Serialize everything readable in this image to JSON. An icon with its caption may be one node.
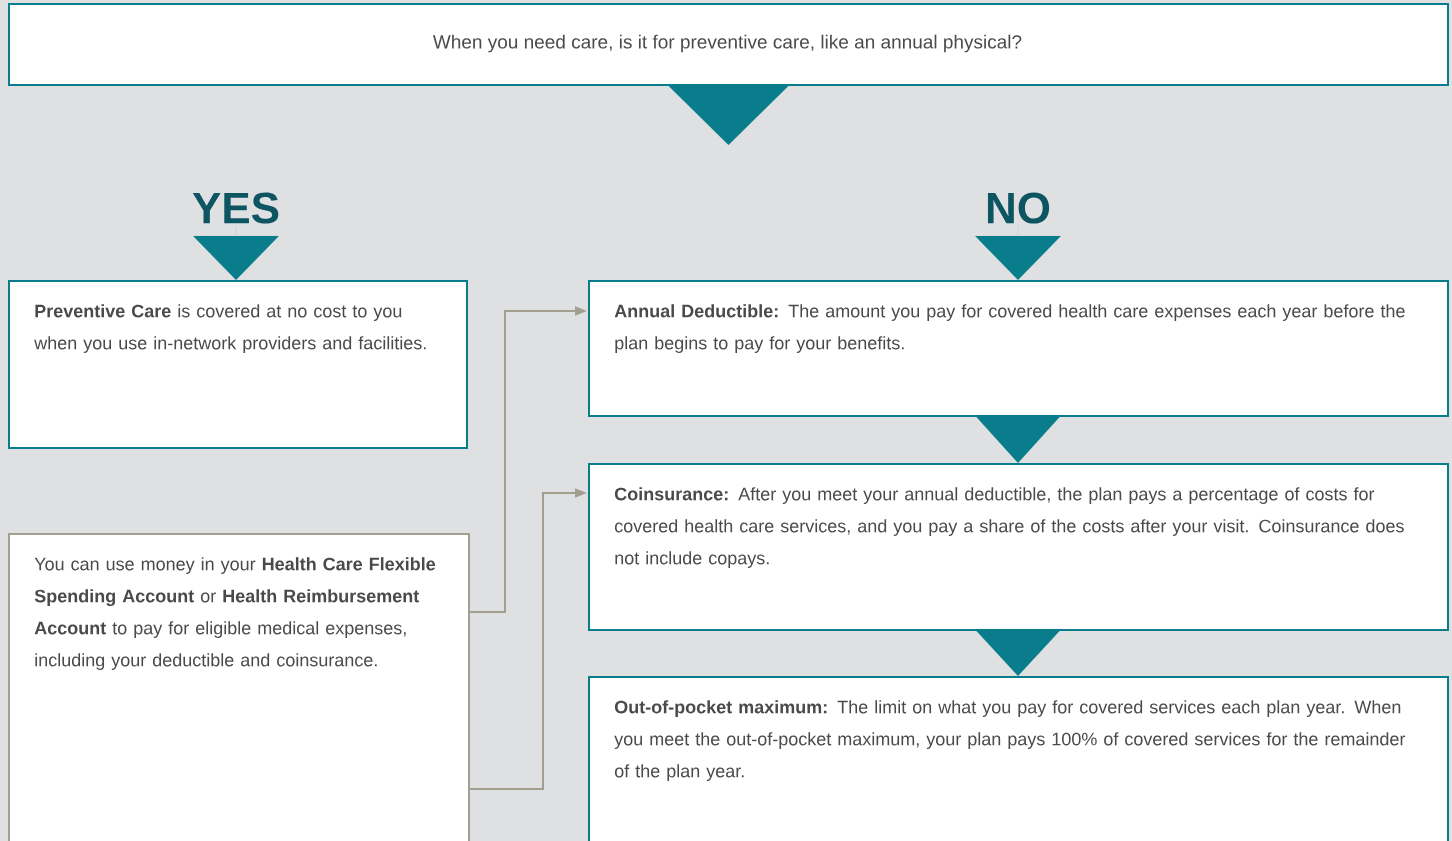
{
  "diagram": {
    "nodes": [
      {
        "text": [
          "When you need care, is it for preventive care, like an annual physical?"
        ]
      },
      {
        "text": [
          "YES"
        ]
      },
      {
        "text": [
          "NO"
        ]
      },
      {
        "text": [
          "**Preventive Care** is covered at no cost to you when you use in-network providers and facilities."
        ]
      },
      {
        "text": [
          "**Annual Deductible:** The amount you pay for covered health care expenses each year before the plan begins to pay for your benefits."
        ]
      },
      {
        "text": [
          "**Coinsurance:** After you meet your annual deductible, the plan pays a percentage of costs for covered health care services, and you pay a share of the costs after your visit. Coinsurance does not include copays."
        ]
      },
      {
        "text": [
          "You can use money in your **Health Care Flexible Spending Account** or **Health Reimbursement Account** to pay for eligible medical expenses, including your deductible and coinsurance."
        ]
      },
      {
        "text": [
          "**Out-of-pocket maximum:** The limit on what you pay for covered services each plan year. When you meet the out-of-pocket maximum, your plan pays 100% of covered services for the remainder of the plan year."
        ]
      }
    ],
    "edges": [
      {
        "from": 0,
        "to": null,
        "arrow": "to"
      },
      {
        "from": 1,
        "to": 3,
        "arrow": "to"
      },
      {
        "from": 2,
        "to": 4,
        "arrow": "to"
      },
      {
        "from": 4,
        "to": 5,
        "arrow": "to"
      },
      {
        "from": 5,
        "to": 7,
        "arrow": "to"
      },
      {
        "from": 6,
        "to": 4,
        "arrow": "to",
        "color": "#a39e8f"
      },
      {
        "from": 6,
        "to": 5,
        "arrow": "to",
        "color": "#a39e8f"
      }
    ]
  }
}
